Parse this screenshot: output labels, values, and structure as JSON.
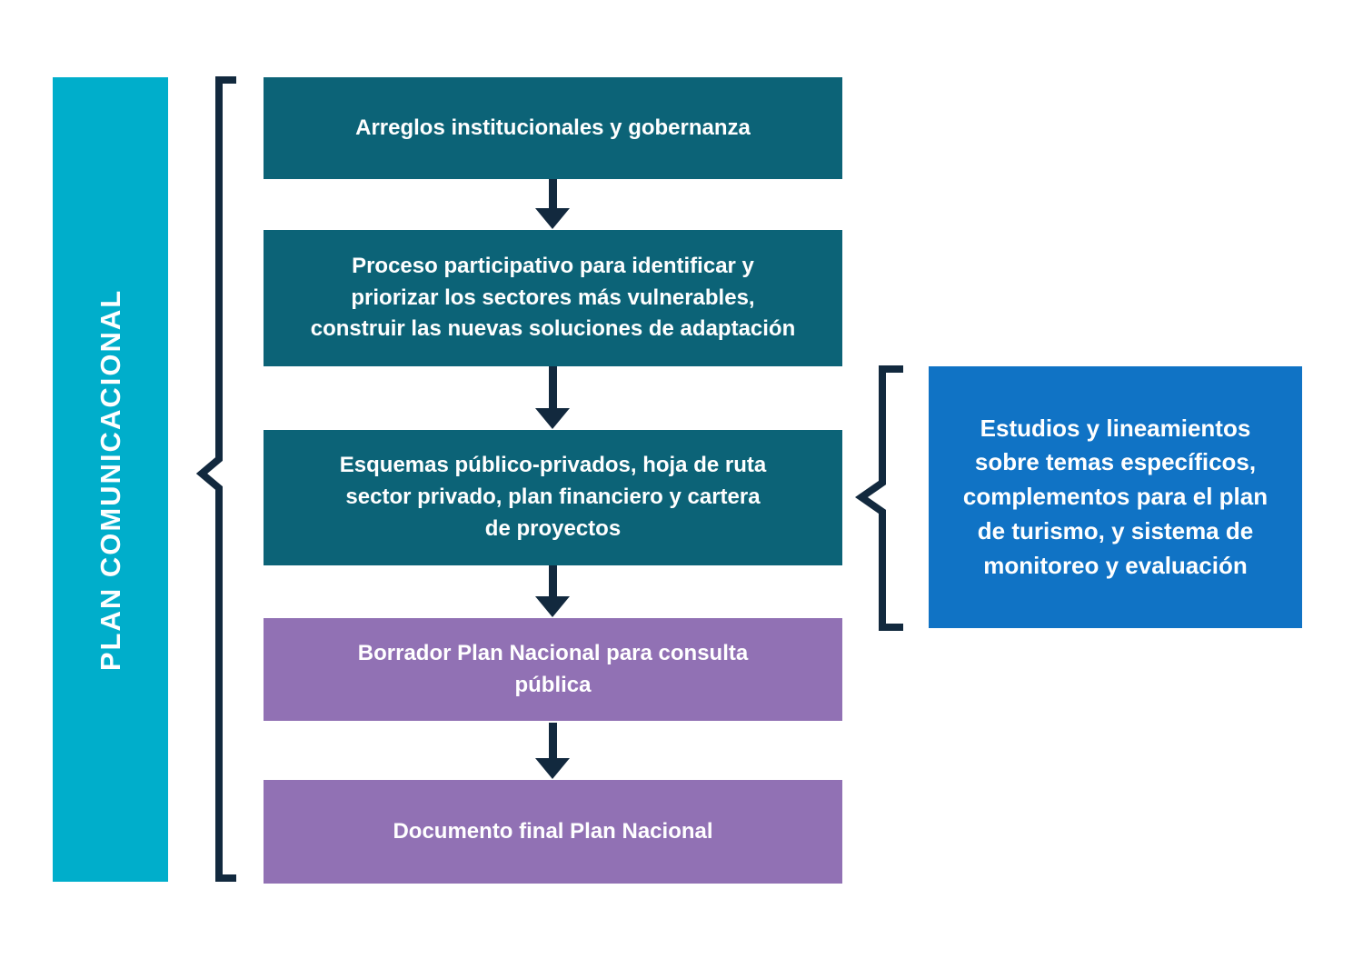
{
  "diagram": {
    "communication_bar": {
      "label": "PLAN COMUNICACIONAL"
    },
    "flow": {
      "steps": [
        {
          "id": "arreglos",
          "style": "teal",
          "lines": [
            "Arreglos institucionales y gobernanza"
          ]
        },
        {
          "id": "proceso-participativo",
          "style": "teal",
          "lines": [
            "Proceso participativo para identificar y",
            "priorizar los sectores más vulnerables,",
            "construir las nuevas soluciones de adaptación"
          ]
        },
        {
          "id": "esquemas",
          "style": "teal",
          "lines": [
            "Esquemas público-privados, hoja de ruta",
            "sector privado, plan financiero y cartera",
            "de proyectos"
          ]
        },
        {
          "id": "borrador",
          "style": "purple",
          "lines": [
            "Borrador Plan Nacional para consulta",
            "pública"
          ]
        },
        {
          "id": "documento-final",
          "style": "purple",
          "lines": [
            "Documento final Plan Nacional"
          ]
        }
      ]
    },
    "side_note": {
      "lines": [
        "Estudios y lineamientos",
        "sobre temas específicos,",
        "complementos para el plan",
        "de turismo, y sistema de",
        "monitoreo y evaluación"
      ]
    }
  },
  "colors": {
    "cyan": "#00AECB",
    "teal": "#0C6377",
    "purple": "#9171B4",
    "blue": "#1073C5",
    "navy": "#12293E",
    "text-on-fill": "#FFFFFF",
    "bg": "#FFFFFF"
  }
}
